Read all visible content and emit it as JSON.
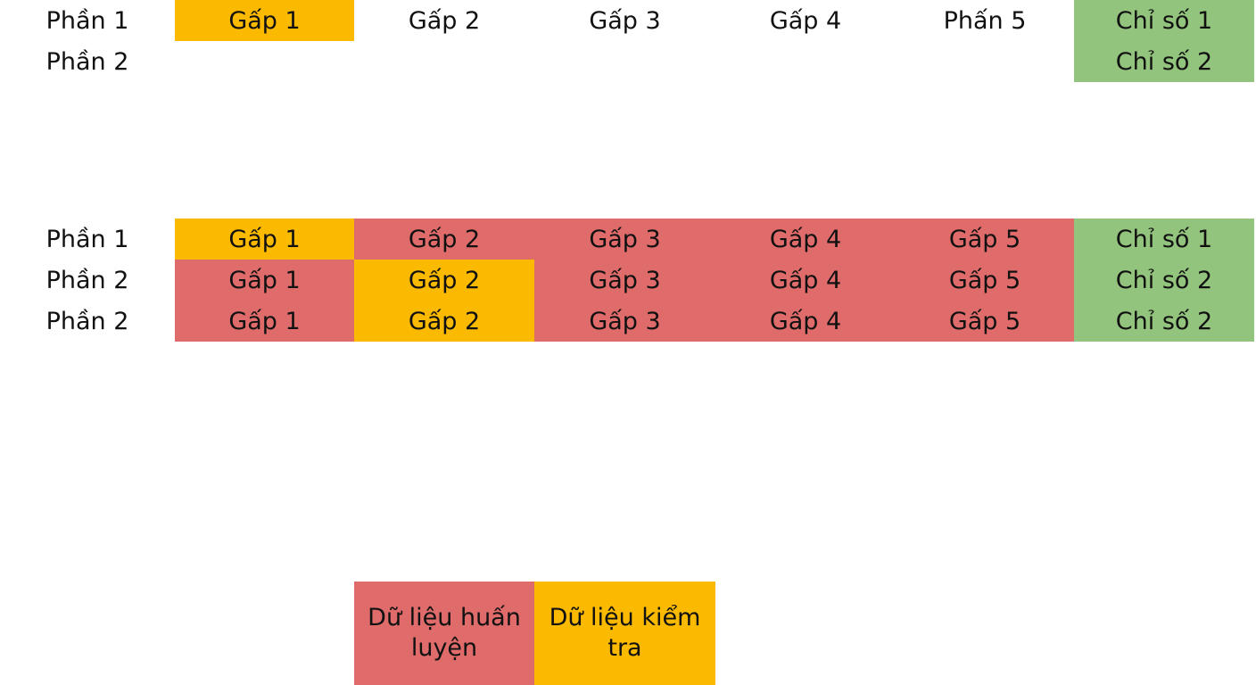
{
  "colors": {
    "test": "#FBBA00",
    "train": "#E06B6B",
    "score": "#93C47D",
    "blank": "#FFFFFF"
  },
  "top_section": {
    "rows": [
      {
        "label": "Phần 1",
        "cells": [
          {
            "text": "Gấp 1",
            "role": "test"
          },
          {
            "text": "Gấp 2",
            "role": "blank"
          },
          {
            "text": "Gấp 3",
            "role": "blank"
          },
          {
            "text": "Gấp 4",
            "role": "blank"
          },
          {
            "text": "Phấn 5",
            "role": "blank"
          },
          {
            "text": "Chỉ số 1",
            "role": "score"
          }
        ]
      },
      {
        "label": "Phần 2",
        "cells": [
          {
            "text": "",
            "role": "blank"
          },
          {
            "text": "",
            "role": "blank"
          },
          {
            "text": "",
            "role": "blank"
          },
          {
            "text": "",
            "role": "blank"
          },
          {
            "text": "",
            "role": "blank"
          },
          {
            "text": "Chỉ số 2",
            "role": "score"
          }
        ]
      }
    ]
  },
  "bottom_section": {
    "rows": [
      {
        "label": "Phần 1",
        "cells": [
          {
            "text": "Gấp 1",
            "role": "test"
          },
          {
            "text": "Gấp 2",
            "role": "train"
          },
          {
            "text": "Gấp 3",
            "role": "train"
          },
          {
            "text": "Gấp 4",
            "role": "train"
          },
          {
            "text": "Gấp 5",
            "role": "train"
          },
          {
            "text": "Chỉ số 1",
            "role": "score"
          }
        ]
      },
      {
        "label": "Phần 2",
        "cells": [
          {
            "text": "Gấp 1",
            "role": "train"
          },
          {
            "text": "Gấp 2",
            "role": "test"
          },
          {
            "text": "Gấp 3",
            "role": "train"
          },
          {
            "text": "Gấp 4",
            "role": "train"
          },
          {
            "text": "Gấp 5",
            "role": "train"
          },
          {
            "text": "Chỉ số 2",
            "role": "score"
          }
        ]
      },
      {
        "label": "Phần 2",
        "cells": [
          {
            "text": "Gấp 1",
            "role": "train"
          },
          {
            "text": "Gấp 2",
            "role": "test"
          },
          {
            "text": "Gấp 3",
            "role": "train"
          },
          {
            "text": "Gấp 4",
            "role": "train"
          },
          {
            "text": "Gấp 5",
            "role": "train"
          },
          {
            "text": "Chỉ số 2",
            "role": "score"
          }
        ]
      }
    ]
  },
  "legend": {
    "train_label": "Dữ liệu huấn luyện",
    "test_label": "Dữ liệu kiểm tra"
  }
}
